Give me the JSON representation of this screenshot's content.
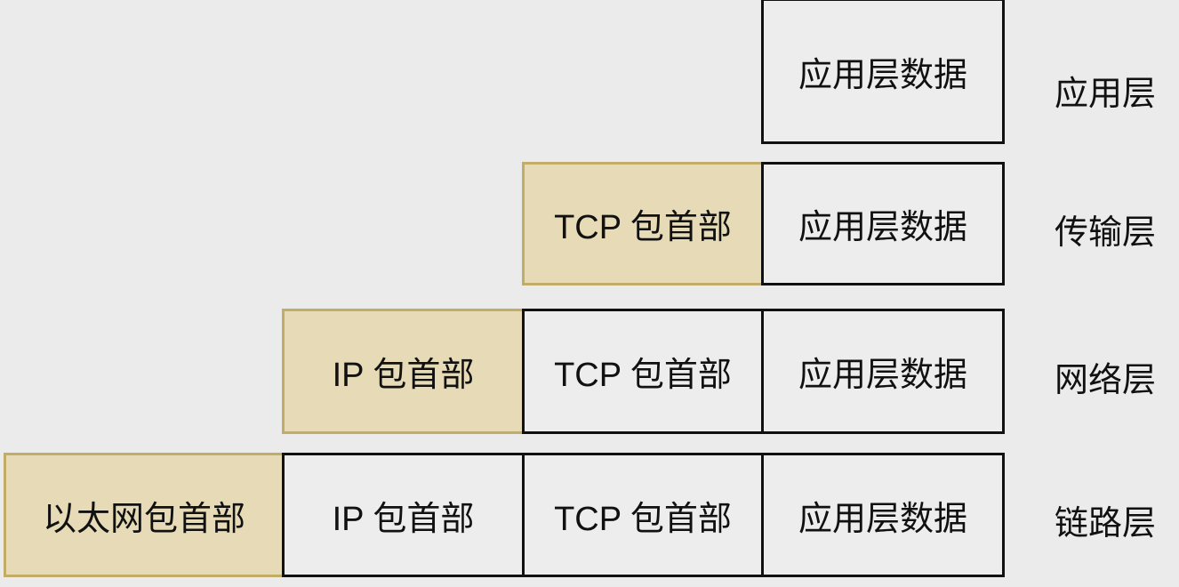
{
  "colors": {
    "background": "#ebebeb",
    "header_fill": "#e6dbb6",
    "header_border": "#c2ad68"
  },
  "rows": [
    {
      "layer": "应用层",
      "cells": [
        {
          "text": "应用层数据",
          "highlight": false
        }
      ]
    },
    {
      "layer": "传输层",
      "cells": [
        {
          "text": "TCP 包首部",
          "highlight": true
        },
        {
          "text": "应用层数据",
          "highlight": false
        }
      ]
    },
    {
      "layer": "网络层",
      "cells": [
        {
          "text": "IP 包首部",
          "highlight": true
        },
        {
          "text": "TCP 包首部",
          "highlight": false
        },
        {
          "text": "应用层数据",
          "highlight": false
        }
      ]
    },
    {
      "layer": "链路层",
      "cells": [
        {
          "text": "以太网包首部",
          "highlight": true
        },
        {
          "text": "IP 包首部",
          "highlight": false
        },
        {
          "text": "TCP 包首部",
          "highlight": false
        },
        {
          "text": "应用层数据",
          "highlight": false
        }
      ]
    }
  ]
}
